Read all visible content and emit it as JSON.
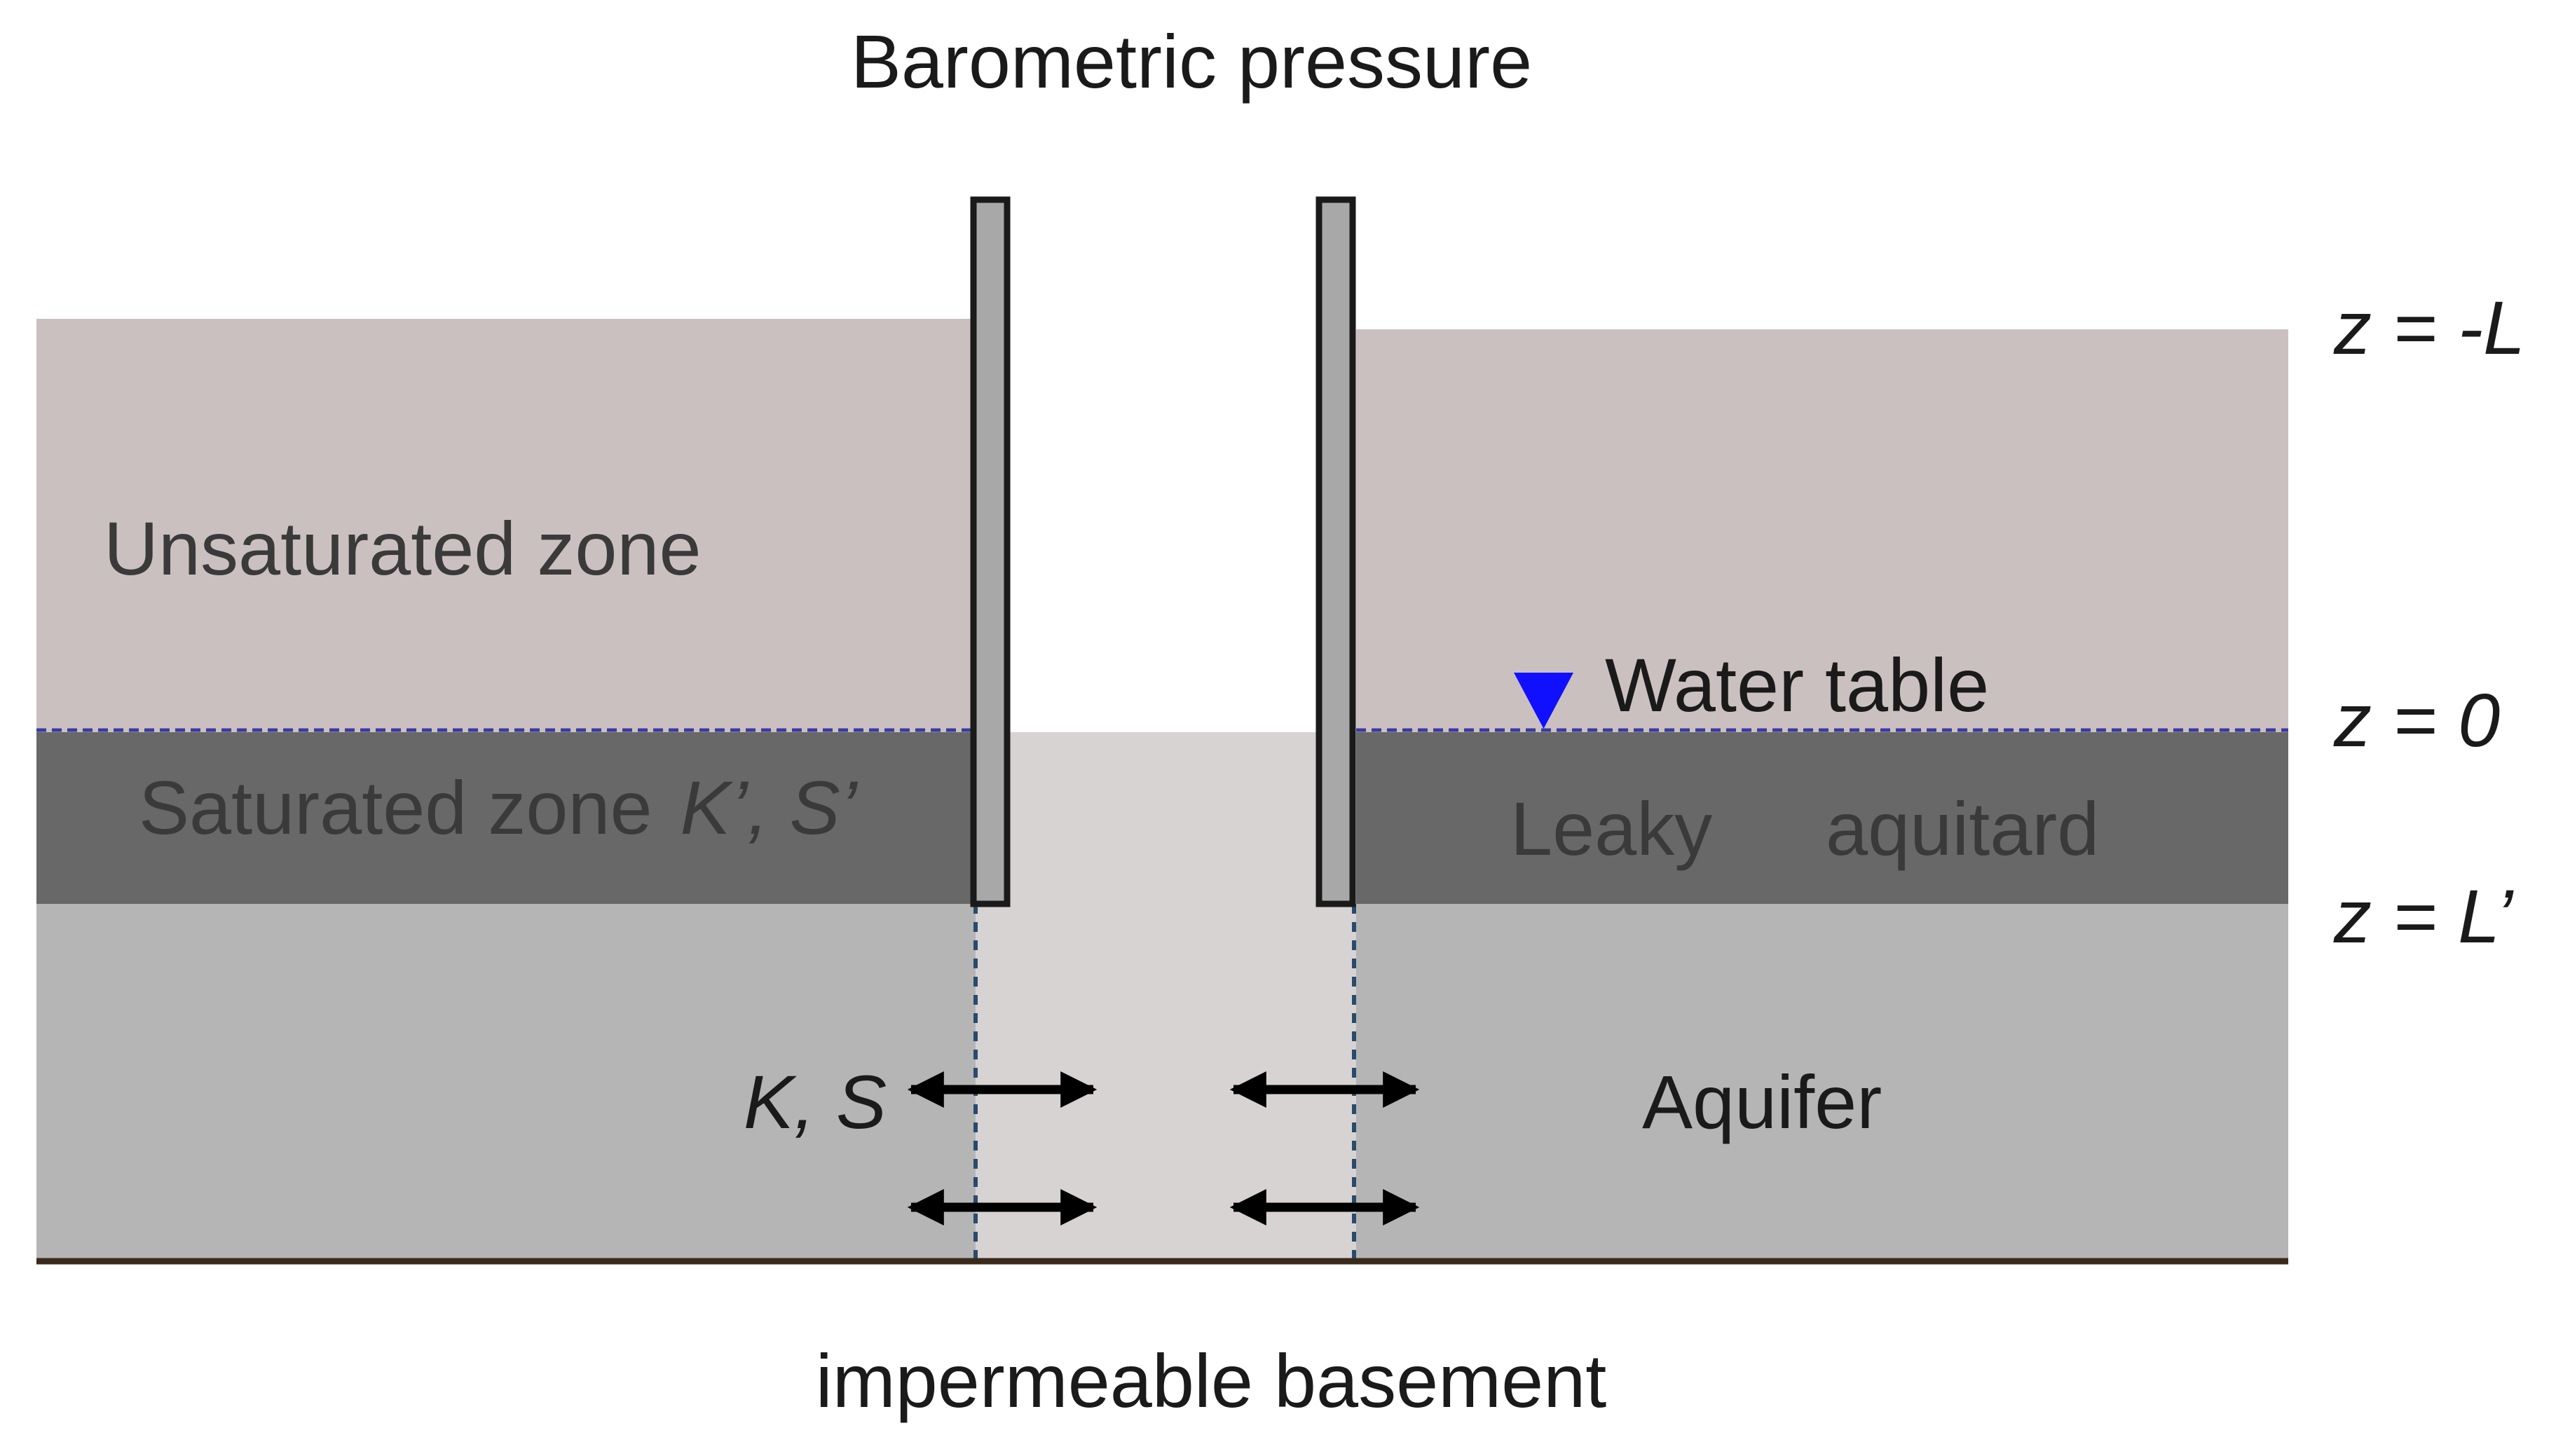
{
  "diagram": {
    "title": "Barometric pressure",
    "bottom_label": "impermeable basement",
    "layers": {
      "unsaturated": {
        "label": "Unsaturated zone",
        "color": "#cbc0c0"
      },
      "saturated": {
        "label": "Saturated zone ",
        "params": "K’, S’",
        "color": "#686868"
      },
      "leaky": {
        "label_1": "Leaky",
        "label_2": "aquitard"
      },
      "aquifer": {
        "label": "Aquifer",
        "params": "K, S",
        "color": "#b5b5b5"
      },
      "well_fill_color": "#d8d3d3",
      "basement_line_color": "#3b2a1a"
    },
    "water_table": {
      "label": "Water table",
      "marker_color": "#1010ff"
    },
    "depth_labels": {
      "top": "z = -L",
      "zero": "z = 0",
      "bottom": "z = L’"
    },
    "icons": {
      "water_table_marker": "inverted-triangle",
      "flow_arrows": "double-headed-arrow"
    }
  }
}
